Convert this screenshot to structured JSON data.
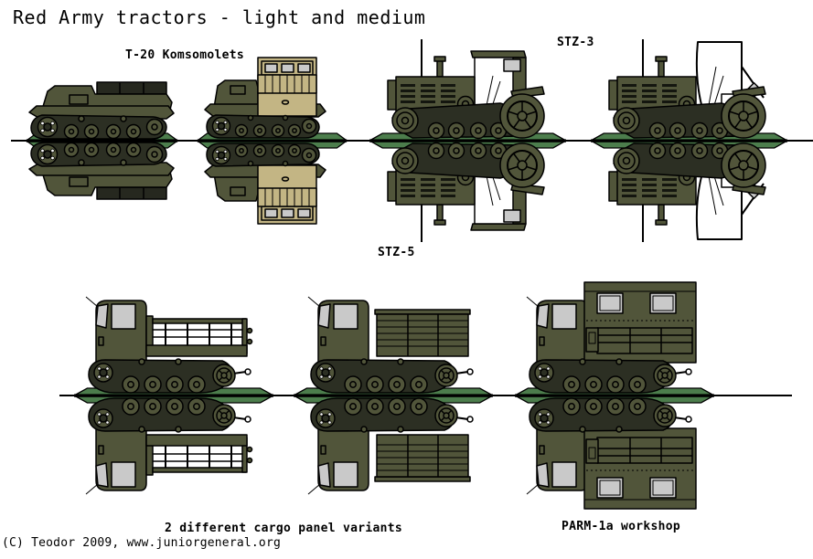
{
  "title": "Red Army tractors - light and medium",
  "credit": "(C) Teodor 2009, www.juniorgeneral.org",
  "labels": {
    "t20": "T-20 Komsomolets",
    "stz3": "STZ-3",
    "stz5": "STZ-5",
    "cargo_variants_note": "2 different cargo panel variants",
    "parm": "PARM-1a workshop"
  },
  "units": [
    "t20-komsomolets",
    "t20-with-cargo-box",
    "stz3-tractor",
    "stz3-with-canopy",
    "stz5-stake-bed",
    "stz5-panel-bed",
    "parm1a-workshop"
  ],
  "colors": {
    "background": "#ffffff",
    "text": "#000000",
    "body": "#51553a",
    "track": "#2c2f23",
    "seat": "#26281f",
    "louver": "#14160f",
    "tan": "#c3b584",
    "window_gray": "#c9c9c9",
    "cab_white": "#ffffff",
    "stand_green": "#4c7d4c"
  }
}
